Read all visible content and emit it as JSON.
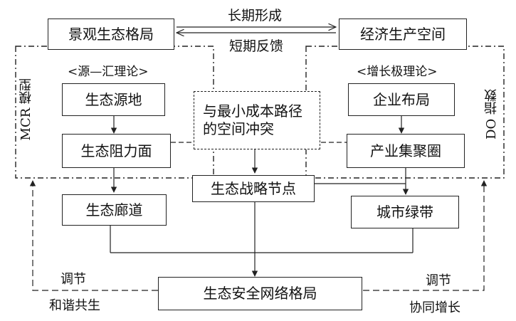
{
  "top": {
    "left_box": "景观生态格局",
    "right_box": "经济生产空间",
    "arrow_long_term": "长期形成",
    "arrow_short_term": "短期反馈"
  },
  "left_group": {
    "header": "<源—汇理论>",
    "side_label": "MCR 模型",
    "source": "生态源地",
    "resistance": "生态阻力面",
    "corridor": "生态廊道"
  },
  "right_group": {
    "header": "<增长极理论>",
    "side_label": "DO 指数",
    "enterprise": "企业布局",
    "cluster": "产业集聚圈",
    "greenbelt": "城市绿带"
  },
  "center": {
    "conflict": "与最小成本路径\n的空间冲突",
    "strategic_nodes": "生态战略节点"
  },
  "bottom": {
    "network": "生态安全网络格局",
    "left_adjust": "调节",
    "left_harmony": "和谐共生",
    "right_adjust": "调节",
    "right_growth": "协同增长"
  }
}
